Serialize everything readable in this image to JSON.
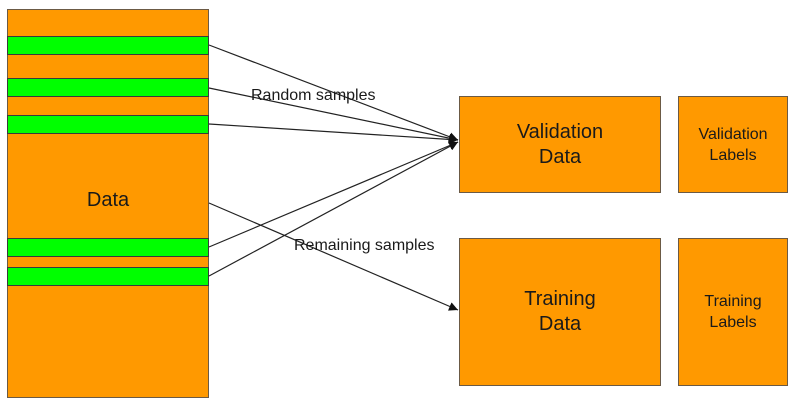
{
  "source": {
    "label": "Data"
  },
  "samples_highlighted": 5,
  "edges": {
    "random_label": "Random samples",
    "remaining_label": "Remaining samples"
  },
  "targets": {
    "validation_data": {
      "line1": "Validation",
      "line2": "Data"
    },
    "validation_labels": {
      "line1": "Validation",
      "line2": "Labels"
    },
    "training_data": {
      "line1": "Training",
      "line2": "Data"
    },
    "training_labels": {
      "line1": "Training",
      "line2": "Labels"
    }
  },
  "colors": {
    "box_fill": "#ff9900",
    "sample_fill": "#00ff00",
    "edge": "#111111"
  }
}
